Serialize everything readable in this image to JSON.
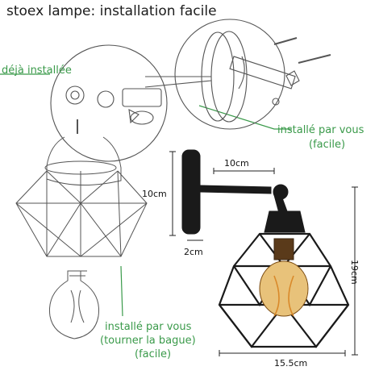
{
  "title": "stoex lampe: installation facile",
  "labels": {
    "deja_installee": "déjà installée",
    "installe_line1": "installé par vous",
    "installe_line2": "(facile)",
    "bague_line1": "installé par vous",
    "bague_line2": "(tourner la bague)",
    "bague_line3": "(facile)"
  },
  "dimensions": {
    "arm_length": "10cm",
    "plate_height": "10cm",
    "depth": "2cm",
    "total_height": "19cm",
    "shade_width": "15.5cm"
  },
  "colors": {
    "label_green": "#3a9a4a",
    "sketch_line": "#555555",
    "lamp_black": "#1a1a1a",
    "bulb_glow": "#d9892a"
  }
}
